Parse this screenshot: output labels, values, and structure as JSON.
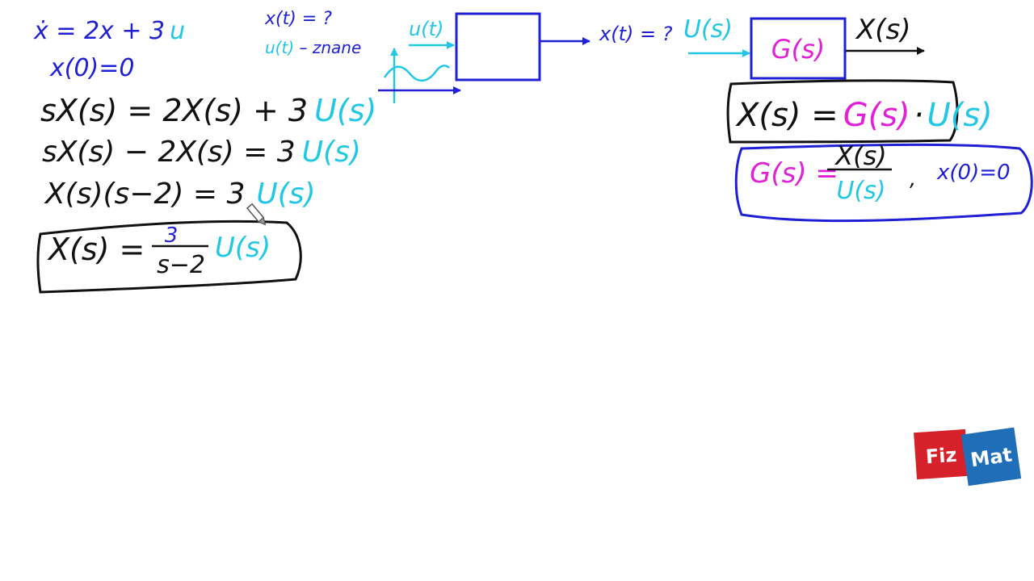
{
  "colors": {
    "background": "#ffffff",
    "ink_black": "#111111",
    "ink_blue": "#1f1fd6",
    "ink_cyan": "#22c7e6",
    "ink_magenta": "#e021d8",
    "logo_red": "#d6202a",
    "logo_blue": "#1f6fb8"
  },
  "derivation": {
    "ode": {
      "lhs": "ẋ = 2x + 3",
      "input": "u"
    },
    "initial_condition": "x(0)=0",
    "step1": {
      "lhs": "sX(s) = 2X(s) + 3",
      "input": "U(s)"
    },
    "step2": {
      "lhs": "sX(s) − 2X(s) = 3",
      "input": "U(s)"
    },
    "step3": {
      "lhs": "X(s)(s−2) = 3",
      "input": "U(s)"
    },
    "result": {
      "lhs": "X(s) =",
      "num": "3",
      "den": "s−2",
      "input": "U(s)"
    }
  },
  "time_domain_block": {
    "question": "x(t) = ?",
    "input_note_var": "u(t)",
    "input_note_text": " – znane",
    "input_label": "u(t)",
    "output_label": "x(t) = ?"
  },
  "s_domain_block": {
    "input_label": "U(s)",
    "block_label": "G(s)",
    "output_label": "X(s)",
    "relation": {
      "lhs": "X(s) =",
      "g": "G(s)",
      "dot": "·",
      "u": "U(s)"
    },
    "transfer": {
      "g": "G(s) =",
      "num": "X(s)",
      "den": "U(s)",
      "sep": ",",
      "ic": "x(0)=0"
    }
  },
  "logo": {
    "left": "Fiz",
    "right": "Mat"
  },
  "icons": [
    "pencil-cursor-icon"
  ]
}
